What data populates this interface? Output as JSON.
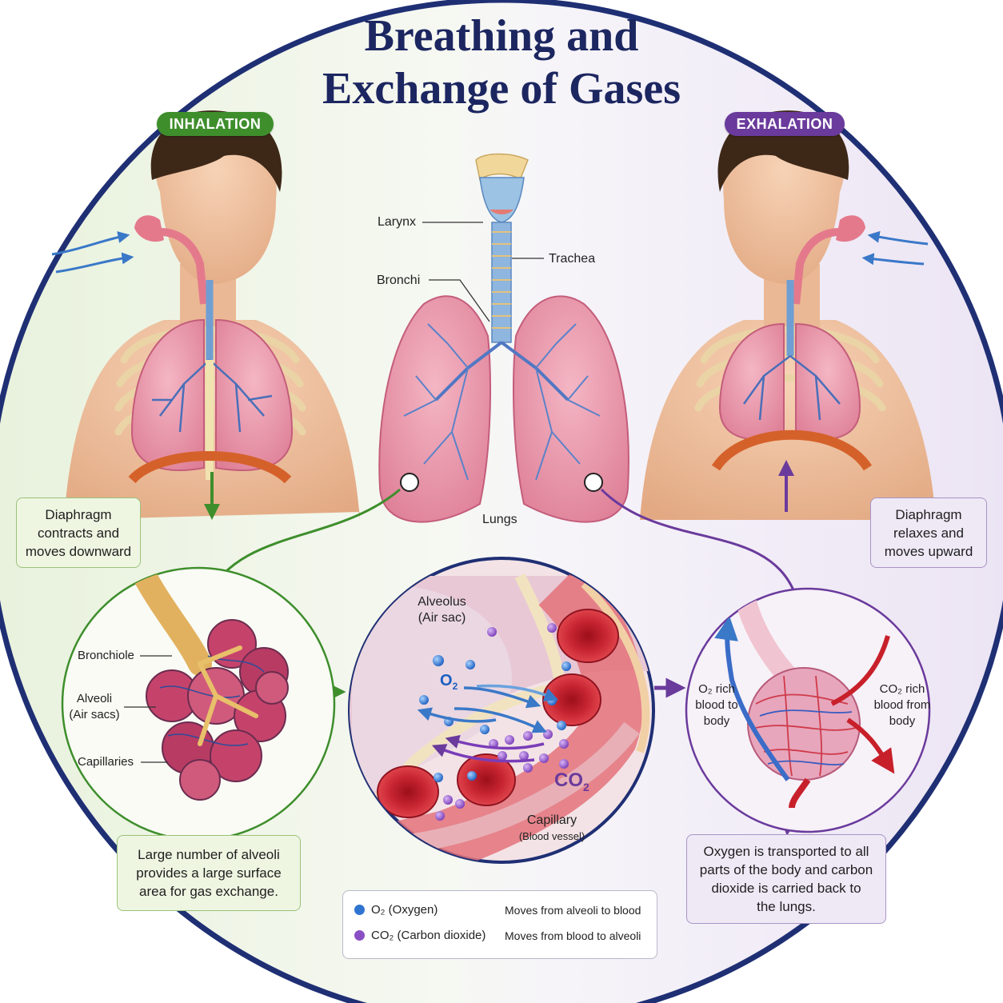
{
  "title": {
    "line1": "Breathing and",
    "line2": "Exchange of Gases"
  },
  "badges": {
    "inhalation": "INHALATION",
    "exhalation": "EXHALATION"
  },
  "airway_labels": {
    "larynx": "Larynx",
    "trachea": "Trachea",
    "bronchi": "Bronchi",
    "lungs": "Lungs"
  },
  "alveoli_labels": {
    "bronchiole": "Bronchiole",
    "alveoli_l1": "Alveoli",
    "alveoli_l2": "(Air sacs)",
    "capillaries": "Capillaries"
  },
  "exchange_labels": {
    "alveolus_l1": "Alveolus",
    "alveolus_l2": "(Air sac)",
    "o2": "O",
    "o2_sub": "2",
    "co2": "CO",
    "co2_sub": "2",
    "capillary_l1": "Capillary",
    "capillary_l2": "(Blood vessel)"
  },
  "flow_labels": {
    "o2_rich": [
      "O₂ rich",
      "blood to",
      "body"
    ],
    "co2_rich": [
      "CO₂ rich",
      "blood from",
      "body"
    ]
  },
  "boxes": {
    "inhale": [
      "Diaphragm",
      "contracts and",
      "moves downward"
    ],
    "exhale": [
      "Diaphragm",
      "relaxes and",
      "moves upward"
    ],
    "surface": [
      "Large number of alveoli",
      "provides a large surface",
      "area for gas exchange."
    ],
    "transport": [
      "Oxygen is transported to all",
      "parts of the body and carbon",
      "dioxide is carried back to",
      "the lungs."
    ]
  },
  "legend": {
    "o2_name": "O₂ (Oxygen)",
    "o2_desc": "Moves from alveoli to blood",
    "co2_name": "CO₂ (Carbon dioxide)",
    "co2_desc": "Moves from blood to alveoli"
  },
  "colors": {
    "navy": "#1c2660",
    "green": "#3e8e2c",
    "purple": "#6a3a9c",
    "lung_pink": "#e98aa0",
    "airway_blue": "#6f9ed3",
    "blood_red": "#c8202a",
    "oxygen_blue": "#2f74d0",
    "co2_purple": "#8a4fc4"
  },
  "icons": [
    "inhale-arrow-icon",
    "exhale-arrow-icon",
    "diaphragm-down-arrow-icon",
    "diaphragm-up-arrow-icon",
    "oxygen-molecule-icon",
    "carbon-dioxide-molecule-icon",
    "red-blood-cell-icon"
  ]
}
